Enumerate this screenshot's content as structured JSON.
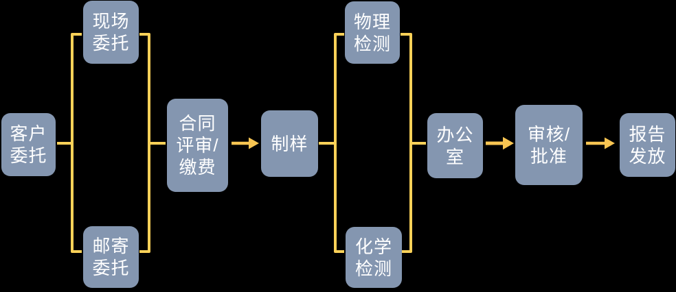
{
  "diagram": {
    "type": "flowchart",
    "background_color": "#000000",
    "node_fill_color": "#8496B0",
    "node_text_color": "#FFFFFF",
    "connector_color": "#FBD158",
    "arrow_color": "#F8C552",
    "nodes": [
      {
        "id": "customer-commission",
        "lines": [
          "客户",
          "委托"
        ]
      },
      {
        "id": "onsite-commission",
        "lines": [
          "现场",
          "委托"
        ]
      },
      {
        "id": "mail-commission",
        "lines": [
          "邮寄",
          "委托"
        ]
      },
      {
        "id": "contract-review-payment",
        "lines": [
          "合同",
          "评审/",
          "缴费"
        ]
      },
      {
        "id": "sample-preparation",
        "lines": [
          "制样"
        ]
      },
      {
        "id": "physical-testing",
        "lines": [
          "物理",
          "检测"
        ]
      },
      {
        "id": "chemical-testing",
        "lines": [
          "化学",
          "检测"
        ]
      },
      {
        "id": "office",
        "lines": [
          "办公",
          "室"
        ]
      },
      {
        "id": "review-approval",
        "lines": [
          "审核/",
          "批准"
        ]
      },
      {
        "id": "report-issuance",
        "lines": [
          "报告",
          "发放"
        ]
      }
    ],
    "edges": [
      {
        "from": "customer-commission",
        "to": "onsite-commission",
        "style": "line"
      },
      {
        "from": "customer-commission",
        "to": "mail-commission",
        "style": "line"
      },
      {
        "from": "onsite-commission",
        "to": "contract-review-payment",
        "style": "line"
      },
      {
        "from": "mail-commission",
        "to": "contract-review-payment",
        "style": "line"
      },
      {
        "from": "contract-review-payment",
        "to": "sample-preparation",
        "style": "arrow"
      },
      {
        "from": "sample-preparation",
        "to": "physical-testing",
        "style": "line"
      },
      {
        "from": "sample-preparation",
        "to": "chemical-testing",
        "style": "line"
      },
      {
        "from": "physical-testing",
        "to": "office",
        "style": "line"
      },
      {
        "from": "chemical-testing",
        "to": "office",
        "style": "line"
      },
      {
        "from": "office",
        "to": "review-approval",
        "style": "arrow"
      },
      {
        "from": "review-approval",
        "to": "report-issuance",
        "style": "arrow"
      }
    ]
  }
}
